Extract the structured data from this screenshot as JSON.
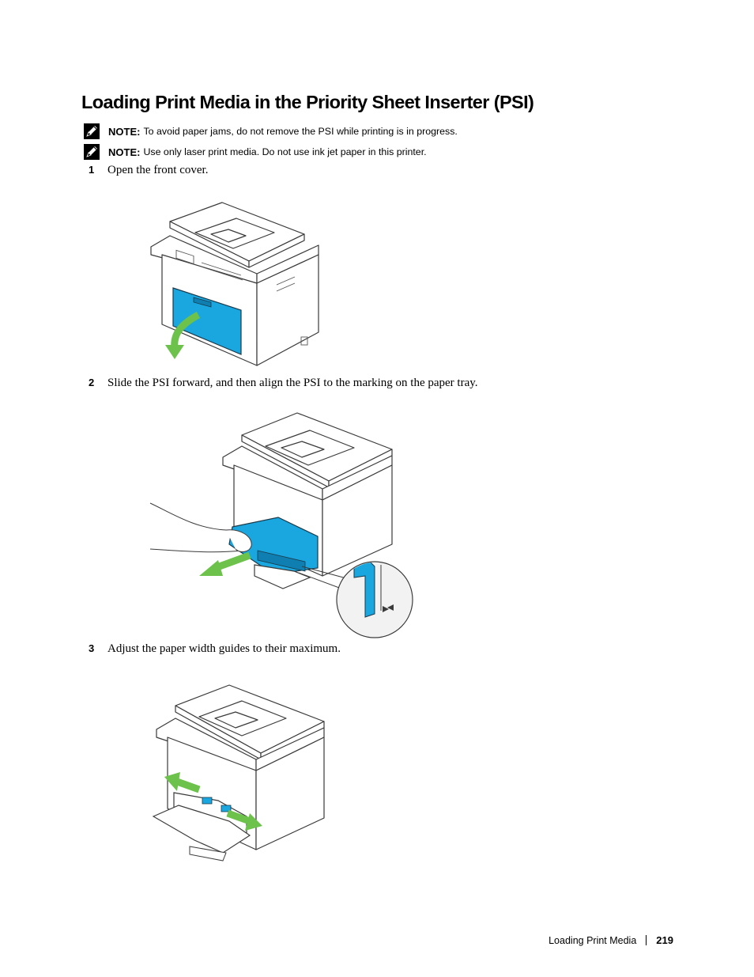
{
  "title": "Loading Print Media in the Priority Sheet Inserter (PSI)",
  "notes": [
    {
      "label": "NOTE:",
      "text": "To avoid paper jams, do not remove the PSI while printing is in progress.",
      "icon": "note-pencil-icon"
    },
    {
      "label": "NOTE:",
      "text": "Use only laser print media. Do not use ink jet paper in this printer.",
      "icon": "note-pencil-icon"
    }
  ],
  "steps": [
    {
      "num": "1",
      "text": "Open the front cover."
    },
    {
      "num": "2",
      "text": "Slide the PSI forward, and then align the PSI to the marking on the paper tray."
    },
    {
      "num": "3",
      "text": "Adjust the paper width guides to their maximum."
    }
  ],
  "footer": {
    "section": "Loading Print Media",
    "page": "219"
  },
  "colors": {
    "accent_blue": "#1aa7e0",
    "arrow_green": "#6cc24a",
    "outline": "#3a3a3a"
  }
}
